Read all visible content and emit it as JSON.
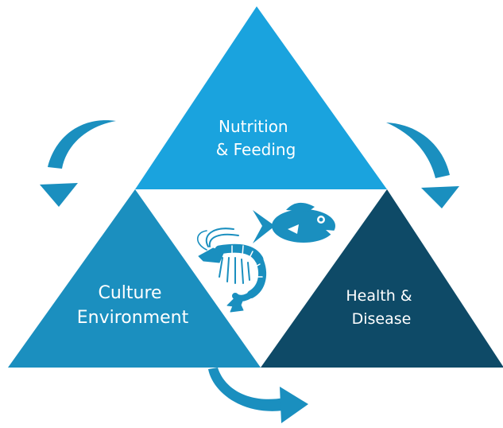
{
  "triangles": {
    "top": {
      "line1": "Nutrition",
      "line2": "& Feeding",
      "color": "#1aa3de"
    },
    "left": {
      "line1": "Culture",
      "line2": "Environment",
      "color": "#1b8fbf"
    },
    "right": {
      "line1": "Health &",
      "line2": "Disease",
      "color": "#0e4a67"
    }
  },
  "arrows": {
    "color": "#1a8fbf"
  },
  "icons": {
    "fish": "fish-icon",
    "shrimp": "shrimp-icon",
    "color": "#1a8fbf"
  }
}
